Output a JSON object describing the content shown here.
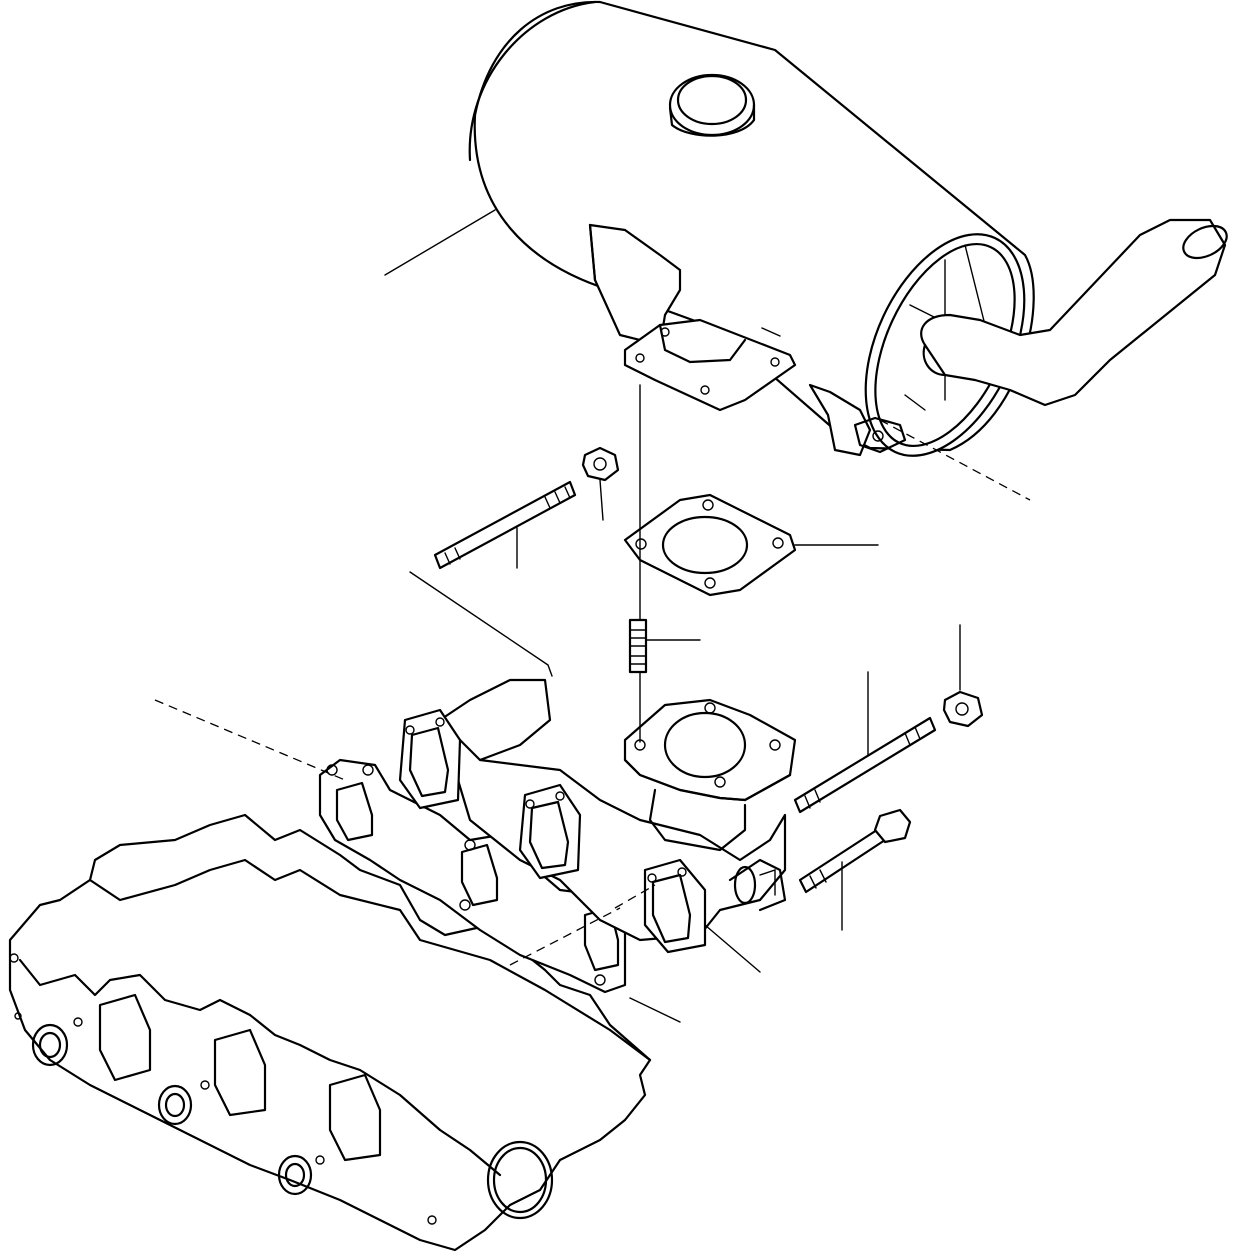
{
  "diagram": {
    "parts": [
      "muffler",
      "tail-pipe",
      "muffler-bracket",
      "outlet-gasket",
      "outlet-stud",
      "nut",
      "exhaust-manifold",
      "manifold-gasket",
      "manifold-stud",
      "manifold-bolt",
      "cylinder-head"
    ],
    "callout_labels": []
  }
}
